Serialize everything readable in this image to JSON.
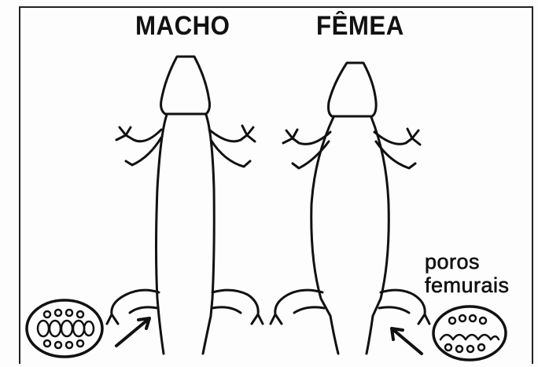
{
  "labels": {
    "male": "MACHO",
    "female": "FÊMEA",
    "pores_line1": "poros",
    "pores_line2": "femurais"
  },
  "colors": {
    "ink": "#111111",
    "paper": "#fdfdfd"
  }
}
